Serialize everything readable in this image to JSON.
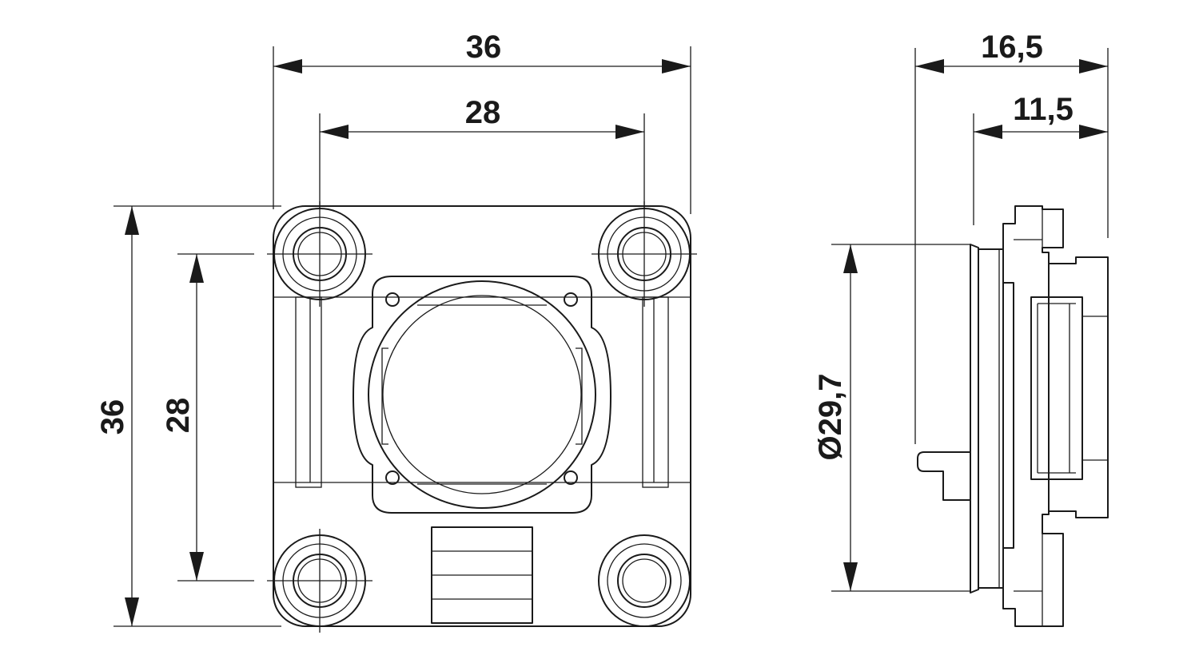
{
  "dimensions": {
    "front_width_outer": "36",
    "front_width_holes": "28",
    "front_height_outer": "36",
    "front_height_holes": "28",
    "side_depth_total": "16,5",
    "side_depth_body": "11,5",
    "side_diameter": "Ø29,7"
  },
  "colors": {
    "line": "#1a1a1a",
    "background": "#ffffff"
  }
}
